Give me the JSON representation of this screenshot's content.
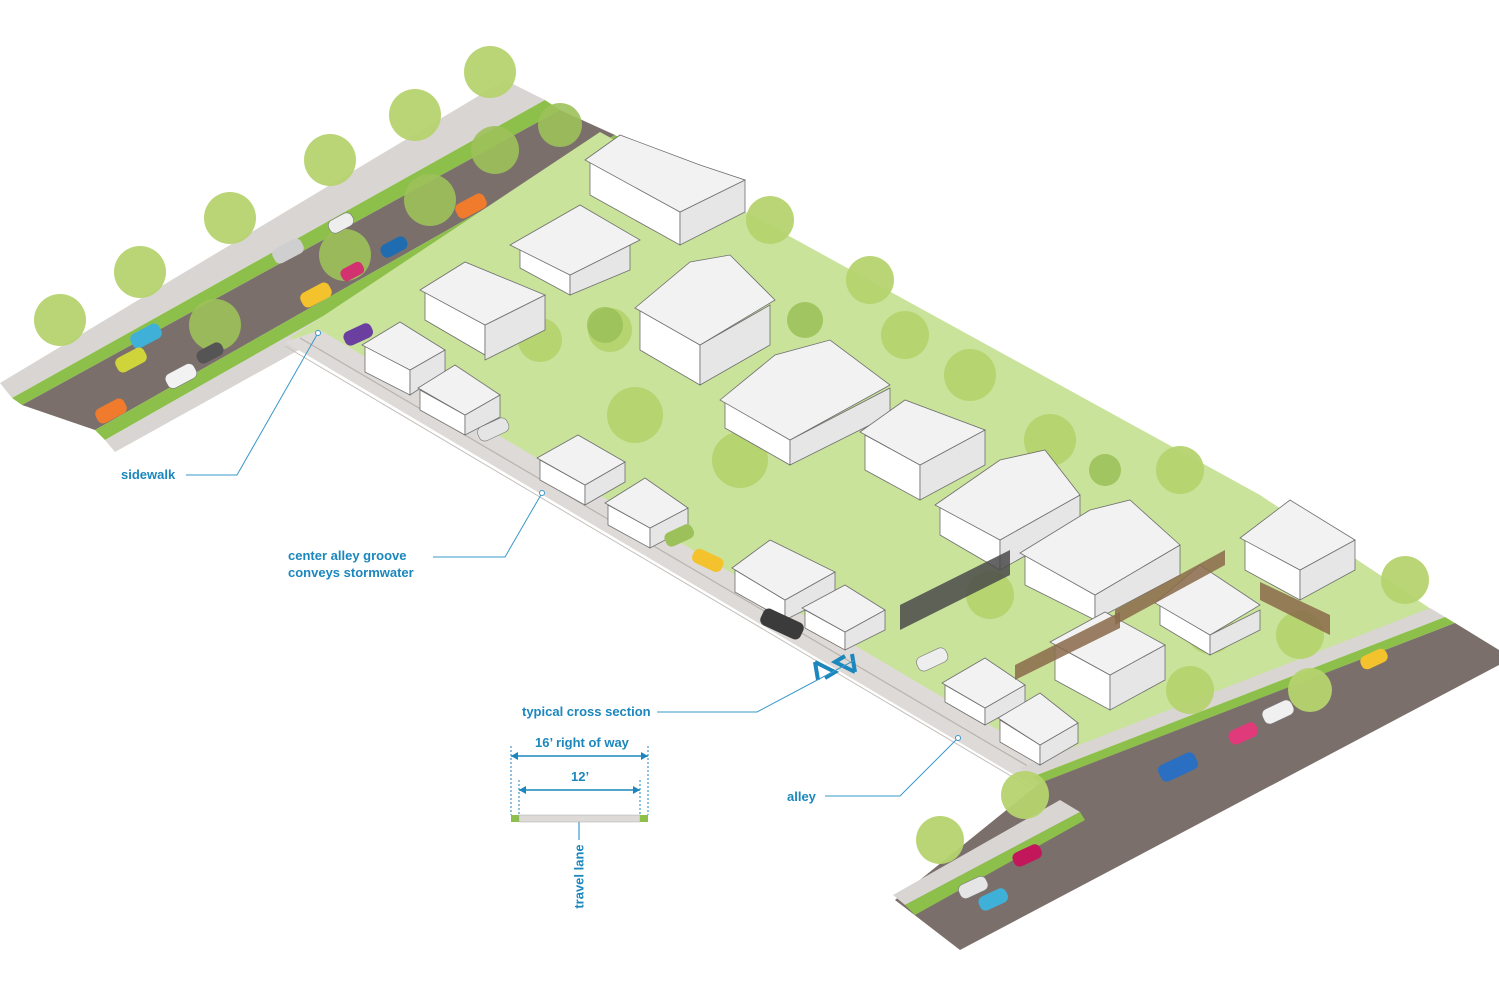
{
  "labels": {
    "sidewalk": "sidewalk",
    "groove_line1": "center alley groove",
    "groove_line2": "conveys stormwater",
    "cross_section": "typical cross section",
    "alley": "alley",
    "row": "16’ right of way",
    "lane_width": "12’",
    "travel_lane": "travel lane"
  },
  "colors": {
    "accent": "#1b87bd",
    "lawn": "#c9e39b",
    "road": "#7b6f6c",
    "sidewalk": "#d9d5d2",
    "alley": "#dedad7",
    "median": "#8cc04a"
  }
}
